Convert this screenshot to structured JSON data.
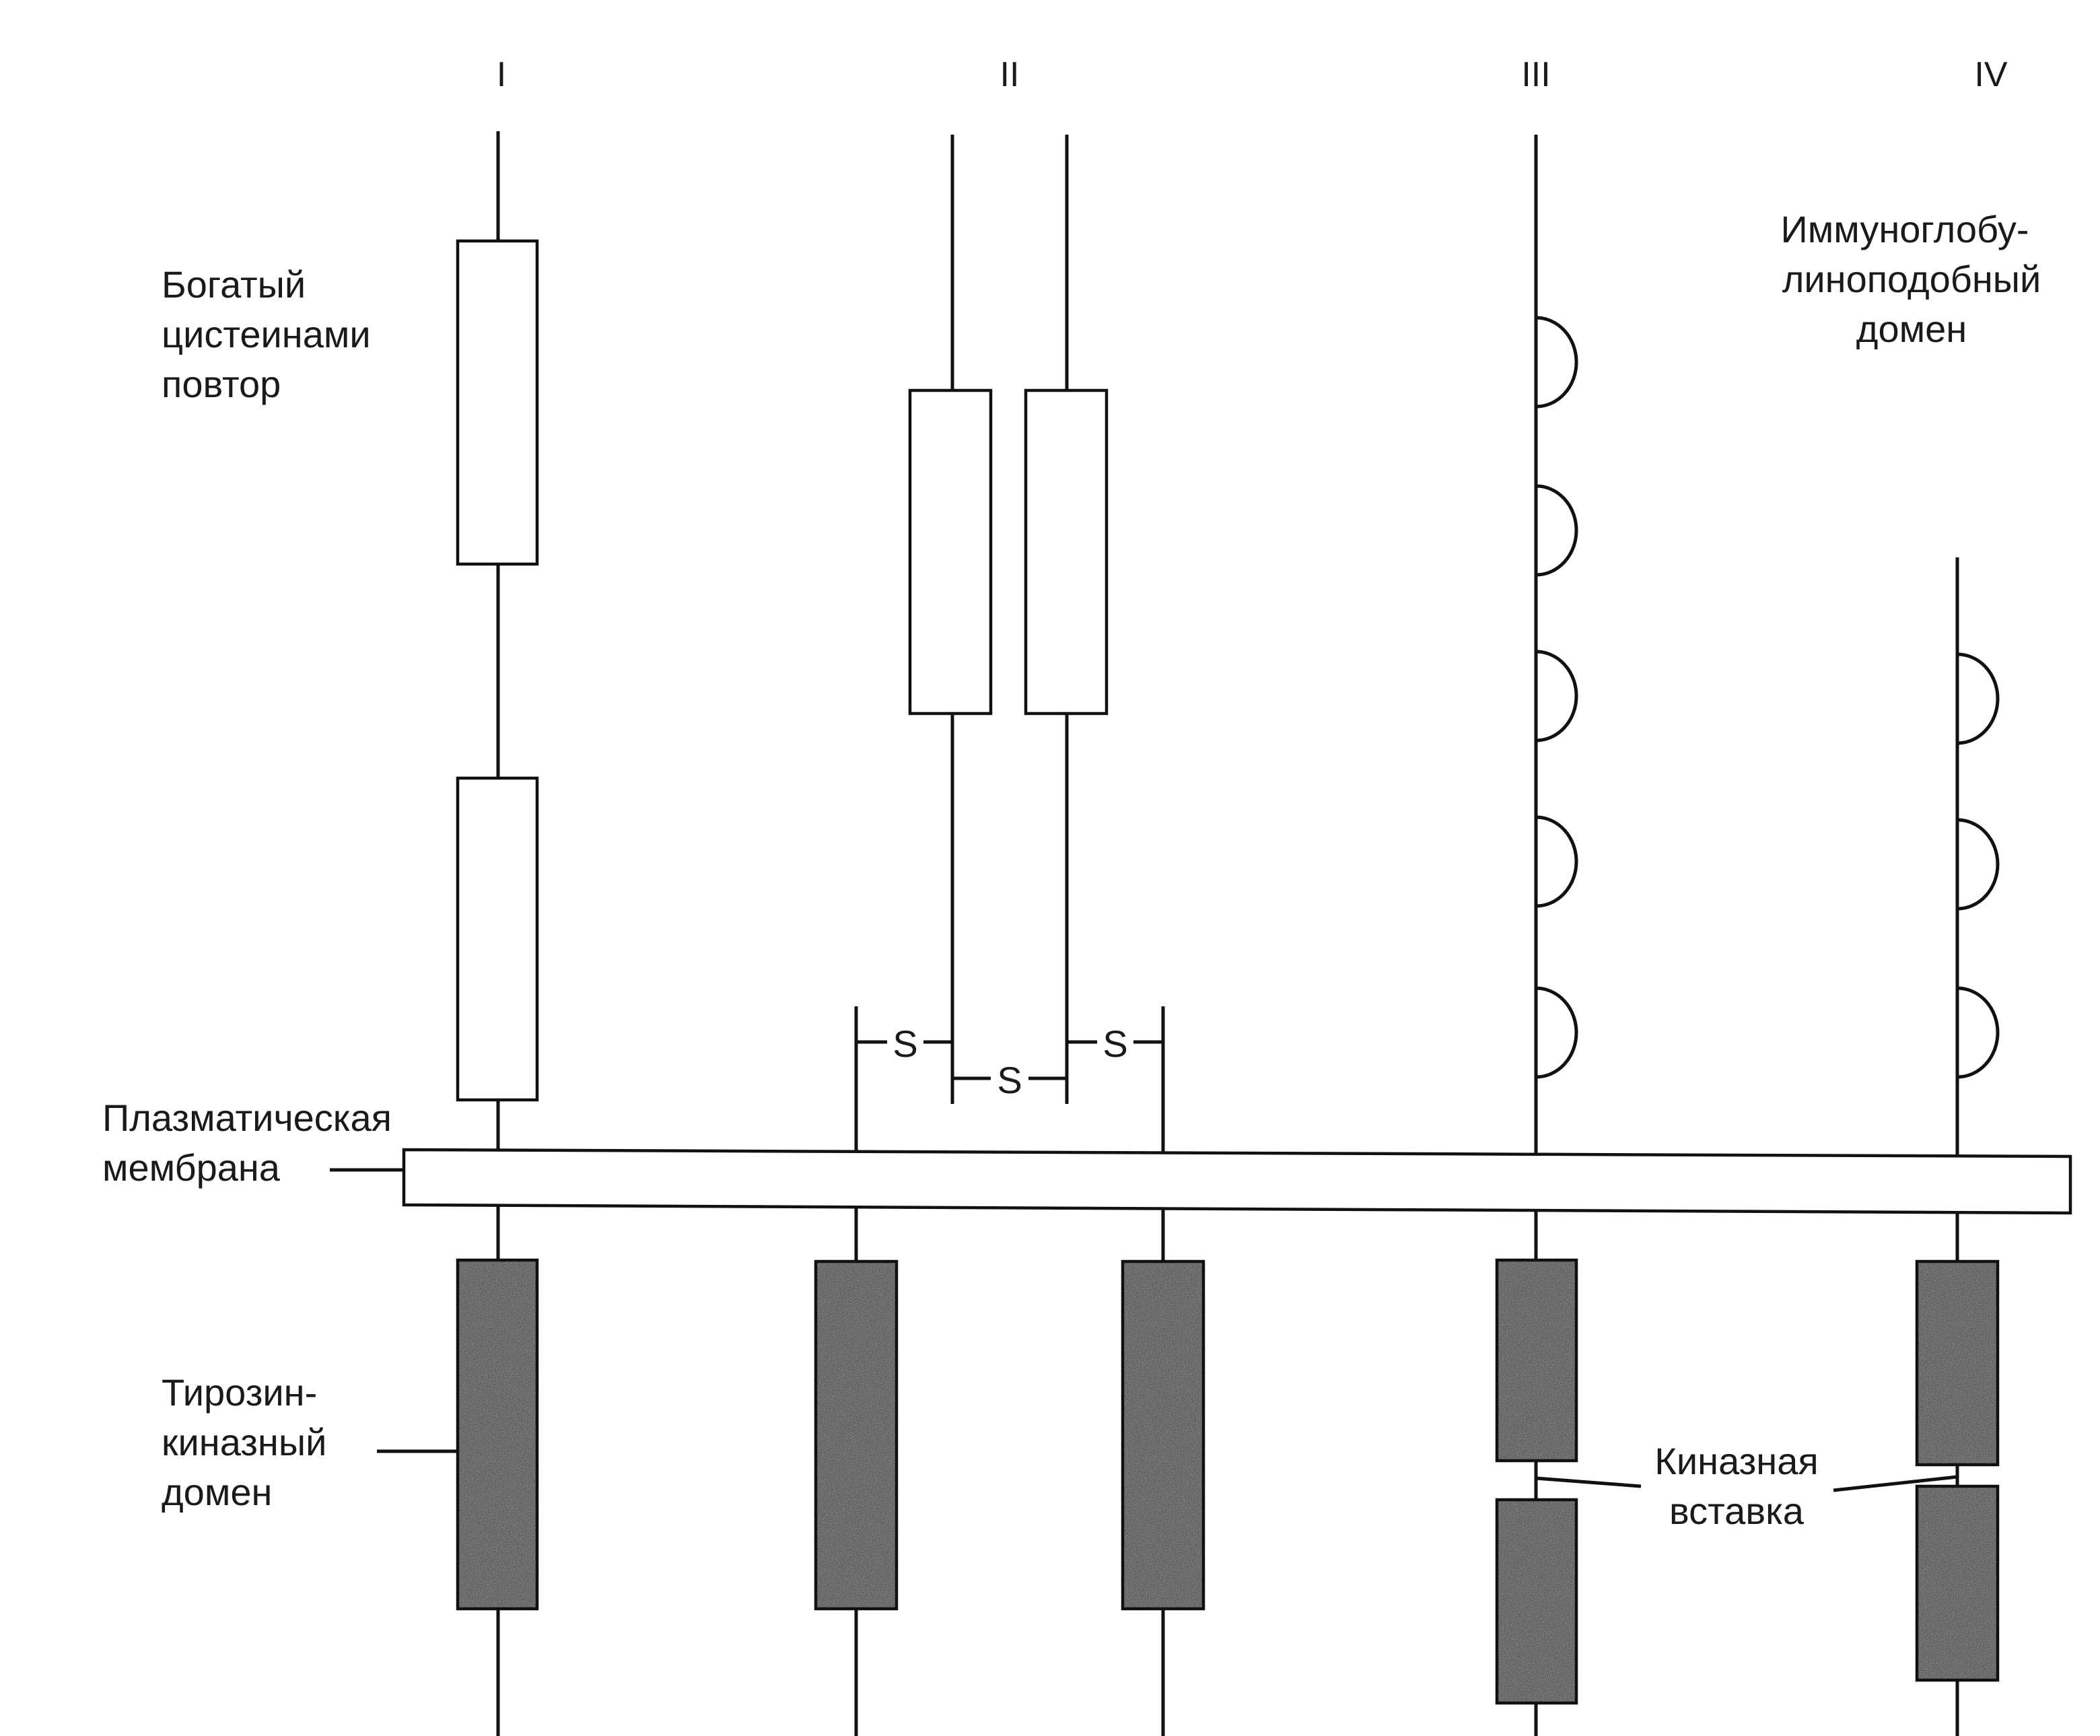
{
  "receptors": {
    "class_1": "I",
    "class_2": "II",
    "class_3": "III",
    "class_4": "IV"
  },
  "labels": {
    "cysteine_repeat": [
      "Богатый",
      "цистеинами",
      "повтор"
    ],
    "ig_domain": [
      "Иммуноглобу-",
      "линоподобный",
      "домен"
    ],
    "membrane": [
      "Плазматическая",
      "мембрана"
    ],
    "tyrosine_kinase": [
      "Тирозин-",
      "киназный",
      "домен"
    ],
    "kinase_insert": [
      "Киназная",
      "вставка"
    ],
    "disulfide": "S"
  },
  "colors": {
    "line": "#111111",
    "kinase_fill": "#2e2e2e",
    "background": "#ffffff"
  }
}
